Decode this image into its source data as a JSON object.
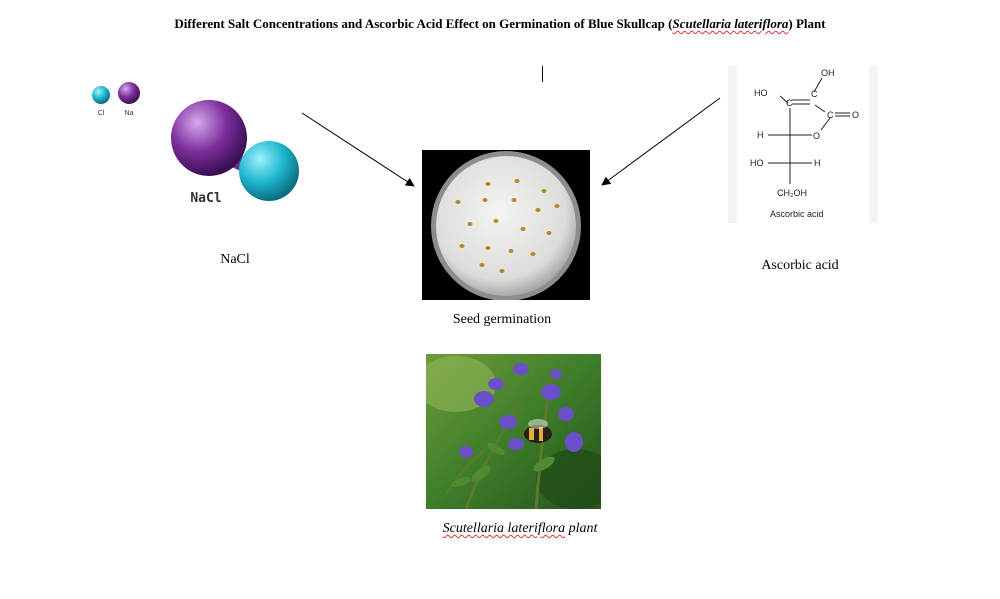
{
  "title": {
    "prefix": "Different Salt Concentrations and Ascorbic Acid Effect on Germination of Blue Skullcap (",
    "species": "Scutellaria lateriflora",
    "suffix": ") Plant"
  },
  "nacl": {
    "legend_cl": "Cl",
    "legend_na": "Na",
    "molecule_label": "NaCl",
    "caption": "NaCl"
  },
  "seed": {
    "caption": "Seed germination"
  },
  "ascorbic": {
    "caption": "Ascorbic acid",
    "structure_label": "Ascorbic acid",
    "atoms": {
      "oh_top": "OH",
      "ho_left": "HO",
      "c1": "C",
      "c2": "C",
      "c3": "C",
      "o_carbonyl": "O",
      "h_left": "H",
      "o_ring": "O",
      "ho_lower": "HO",
      "h_lower": "H",
      "ch2oh": "CH₂OH"
    }
  },
  "plant": {
    "caption_species": "Scutellaria lateriflora",
    "caption_suffix": " plant"
  },
  "colors": {
    "chlorine": "#1fb8cf",
    "sodium": "#7a2e9a",
    "petri_background": "#000000",
    "seed": "#b8862a",
    "flower": "#6a4fc8",
    "foliage": "#3e7d2a",
    "spellcheck_underline": "#d33333"
  }
}
